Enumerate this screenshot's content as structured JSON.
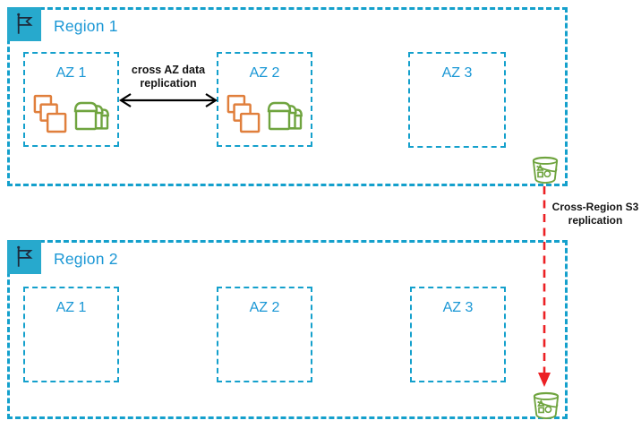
{
  "regions": [
    {
      "label": "Region 1",
      "azs": [
        {
          "label": "AZ 1"
        },
        {
          "label": "AZ 2"
        },
        {
          "label": "AZ 3"
        }
      ]
    },
    {
      "label": "Region 2",
      "azs": [
        {
          "label": "AZ 1"
        },
        {
          "label": "AZ 2"
        },
        {
          "label": "AZ 3"
        }
      ]
    }
  ],
  "annotations": {
    "cross_az": "cross AZ data replication",
    "cross_region": "Cross-Region S3 replication"
  },
  "icons": {
    "region": "flag-icon",
    "compute": "instances-stack-icon",
    "storage": "storage-stack-icon",
    "s3": "s3-bucket-icon",
    "cross_az_arrow": "double-headed-arrow",
    "cross_region_arrow": "red-dashed-down-arrow"
  },
  "colors": {
    "region_border": "#14a0cc",
    "az_border": "#14a0cc",
    "label_blue": "#1a97d5",
    "flag_background": "#27a9cd",
    "flag_glyph": "#1e2b3c",
    "instances_orange": "#e07f3c",
    "storage_green": "#6fa43f",
    "replication_red": "#ec2024",
    "annotation_black": "#141414"
  }
}
